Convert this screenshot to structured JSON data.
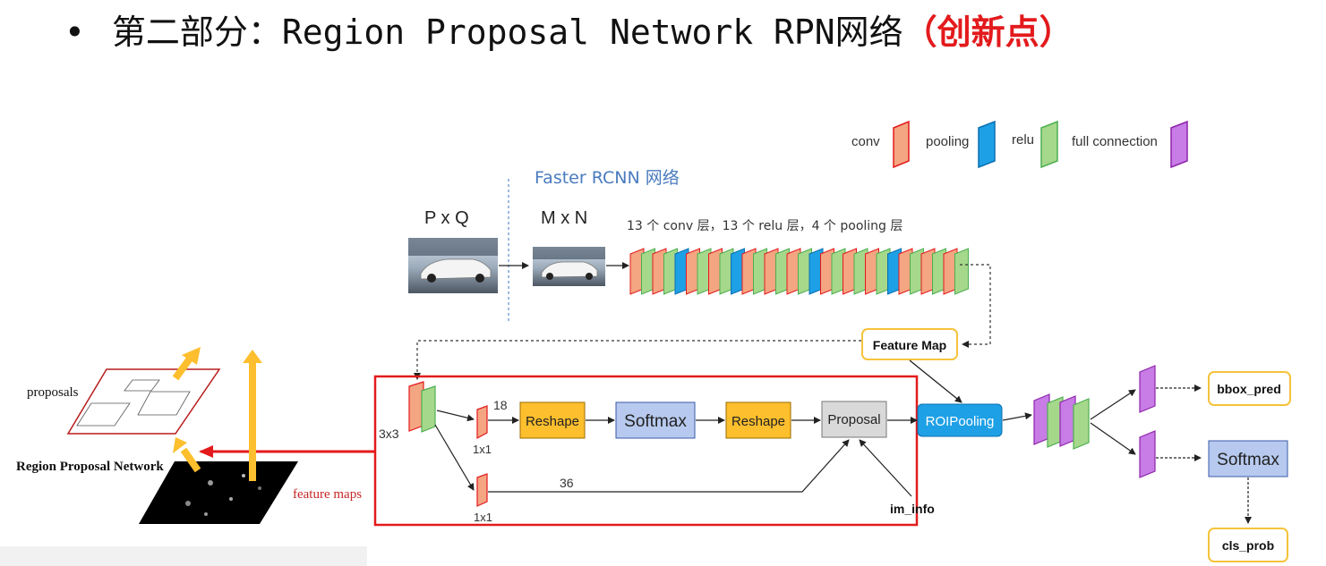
{
  "title": {
    "bullet": "•",
    "main": "第二部分：Region Proposal Network RPN网络",
    "accent": "（创新点）",
    "accent_color": "#e31a1c"
  },
  "legend": [
    {
      "label": "conv",
      "color": "#f4a582"
    },
    {
      "label": "pooling",
      "color": "#1ea0e6"
    },
    {
      "label": "relu",
      "color": "#a6d88b"
    },
    {
      "label": "full connection",
      "color": "#c77ce6"
    }
  ],
  "faster_rcnn": {
    "title": "Faster RCNN 网络",
    "input_size": "P x Q",
    "resized_size": "M x N",
    "backbone_caption": "13 个 conv 层，13 个 relu 层，4 个 pooling 层",
    "feature_map": "Feature Map",
    "roi_pooling": "ROIPooling",
    "bbox_pred": "bbox_pred",
    "softmax": "Softmax",
    "cls_prob": "cls_prob"
  },
  "rpn": {
    "conv3x3": "3x3",
    "conv1x1_a": "1x1",
    "conv1x1_b": "1x1",
    "channels_cls": "18",
    "channels_reg": "36",
    "reshape_1": "Reshape",
    "softmax": "Softmax",
    "reshape_2": "Reshape",
    "proposal": "Proposal",
    "im_info": "im_info"
  },
  "inset": {
    "proposals_label": "proposals",
    "rpn_label": "Region Proposal Network",
    "feature_maps_label": "feature maps"
  },
  "colors": {
    "conv": "#f4a582",
    "pooling": "#1ea0e6",
    "relu": "#a6d88b",
    "fc": "#c77ce6",
    "reshape": "#fdbf2d",
    "softmax_box": "#b7c9ee",
    "proposal_box": "#d9d9d9",
    "roi": "#1ea0e6",
    "output_border": "#f5c33b",
    "highlight": "#e31a1c",
    "arrow_yellow": "#fdbf2d"
  }
}
